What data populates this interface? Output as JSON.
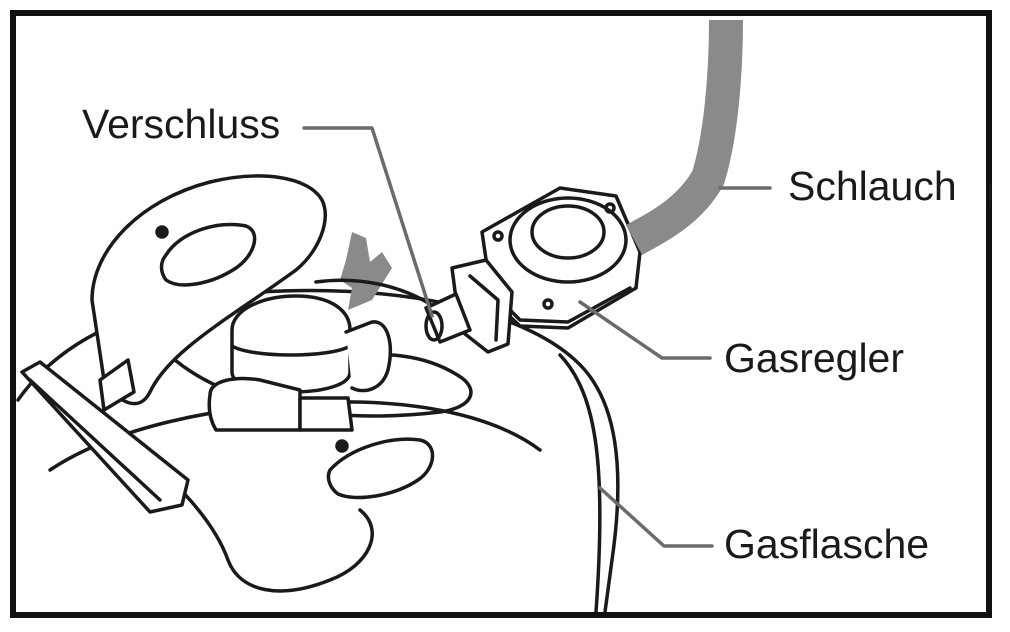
{
  "diagram": {
    "labels": {
      "verschluss": "Verschluss",
      "schlauch": "Schlauch",
      "gasregler": "Gasregler",
      "gasflasche": "Gasflasche"
    },
    "colors": {
      "ink": "#1a1a1a",
      "leader": "#6b6b6b",
      "hose": "#8a8a8a",
      "frame": "#111111"
    }
  }
}
